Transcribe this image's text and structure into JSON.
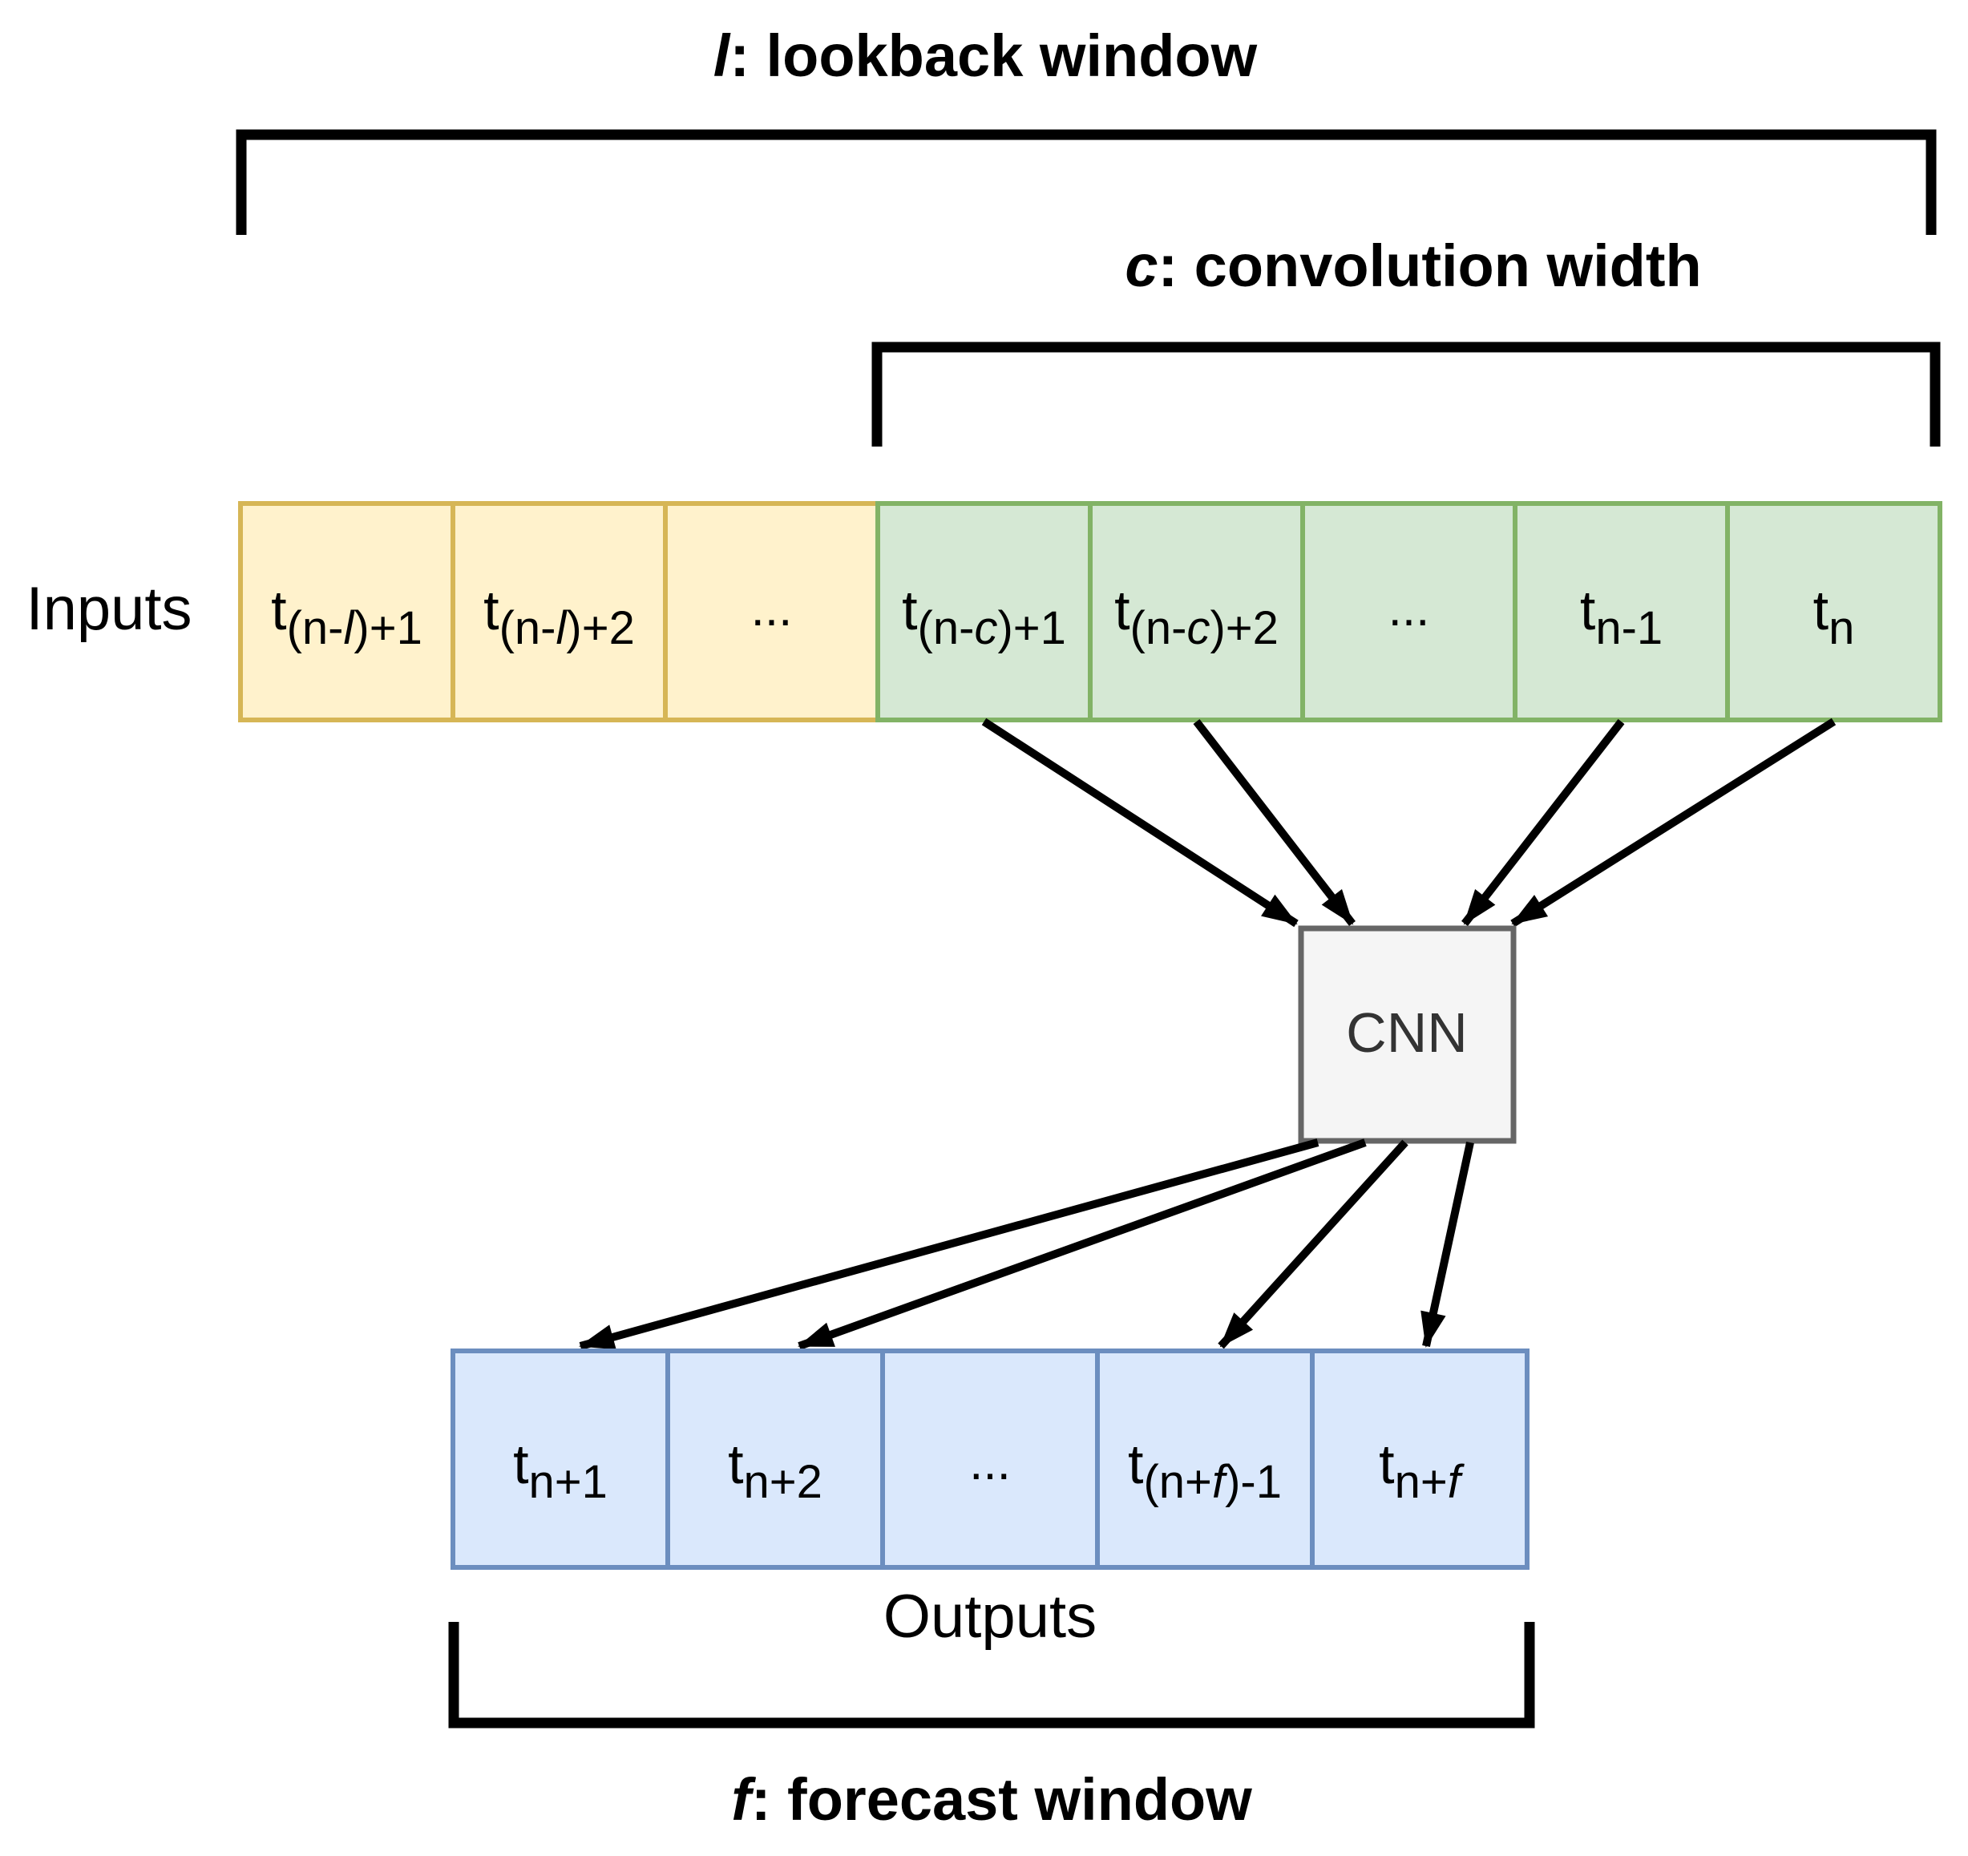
{
  "titles": {
    "lookback": {
      "variable": "l",
      "rest": ": lookback window"
    },
    "convolution": {
      "variable": "c",
      "rest": ": convolution width"
    },
    "forecast": {
      "variable": "f",
      "rest": ": forecast window"
    }
  },
  "labels": {
    "inputs": "Inputs",
    "outputs": "Outputs",
    "cnn": "CNN"
  },
  "colors": {
    "lookback_fill": "#FFF2CC",
    "lookback_stroke": "#D6B656",
    "convolution_fill": "#D5E8D4",
    "convolution_stroke": "#82B366",
    "output_fill": "#DAE8FC",
    "output_stroke": "#6C8EBF",
    "cnn_fill": "#F5F5F5",
    "cnn_stroke": "#666666",
    "cnn_text": "#333333",
    "arrow_color": "#000000",
    "bracket_color": "#000000",
    "text_color": "#000000"
  },
  "input_row": {
    "cells": [
      {
        "group": "lookback",
        "base": "t",
        "sub": [
          {
            "text": "(n-"
          },
          {
            "text": "l",
            "italic": true
          },
          {
            "text": ")+1"
          }
        ]
      },
      {
        "group": "lookback",
        "base": "t",
        "sub": [
          {
            "text": "(n-"
          },
          {
            "text": "l",
            "italic": true
          },
          {
            "text": ")+2"
          }
        ]
      },
      {
        "group": "lookback",
        "ellipsis": "..."
      },
      {
        "group": "convolution",
        "base": "t",
        "sub": [
          {
            "text": "(n-"
          },
          {
            "text": "c",
            "italic": true
          },
          {
            "text": ")+1"
          }
        ]
      },
      {
        "group": "convolution",
        "base": "t",
        "sub": [
          {
            "text": "(n-"
          },
          {
            "text": "c",
            "italic": true
          },
          {
            "text": ")+2"
          }
        ]
      },
      {
        "group": "convolution",
        "ellipsis": "..."
      },
      {
        "group": "convolution",
        "base": "t",
        "sub": [
          {
            "text": "n-1"
          }
        ]
      },
      {
        "group": "convolution",
        "base": "t",
        "sub": [
          {
            "text": "n"
          }
        ]
      }
    ]
  },
  "output_row": {
    "cells": [
      {
        "group": "output",
        "base": "t",
        "sub": [
          {
            "text": "n+1"
          }
        ]
      },
      {
        "group": "output",
        "base": "t",
        "sub": [
          {
            "text": "n+2"
          }
        ]
      },
      {
        "group": "output",
        "ellipsis": "..."
      },
      {
        "group": "output",
        "base": "t",
        "sub": [
          {
            "text": "(n+"
          },
          {
            "text": "f",
            "italic": true
          },
          {
            "text": ")-1"
          }
        ]
      },
      {
        "group": "output",
        "base": "t",
        "sub": [
          {
            "text": "n+"
          },
          {
            "text": "f",
            "italic": true
          }
        ]
      }
    ]
  },
  "connections": {
    "input_to_cnn_cells": [
      3,
      4,
      6,
      7
    ],
    "cnn_to_output_cells": [
      0,
      1,
      3,
      4
    ]
  }
}
